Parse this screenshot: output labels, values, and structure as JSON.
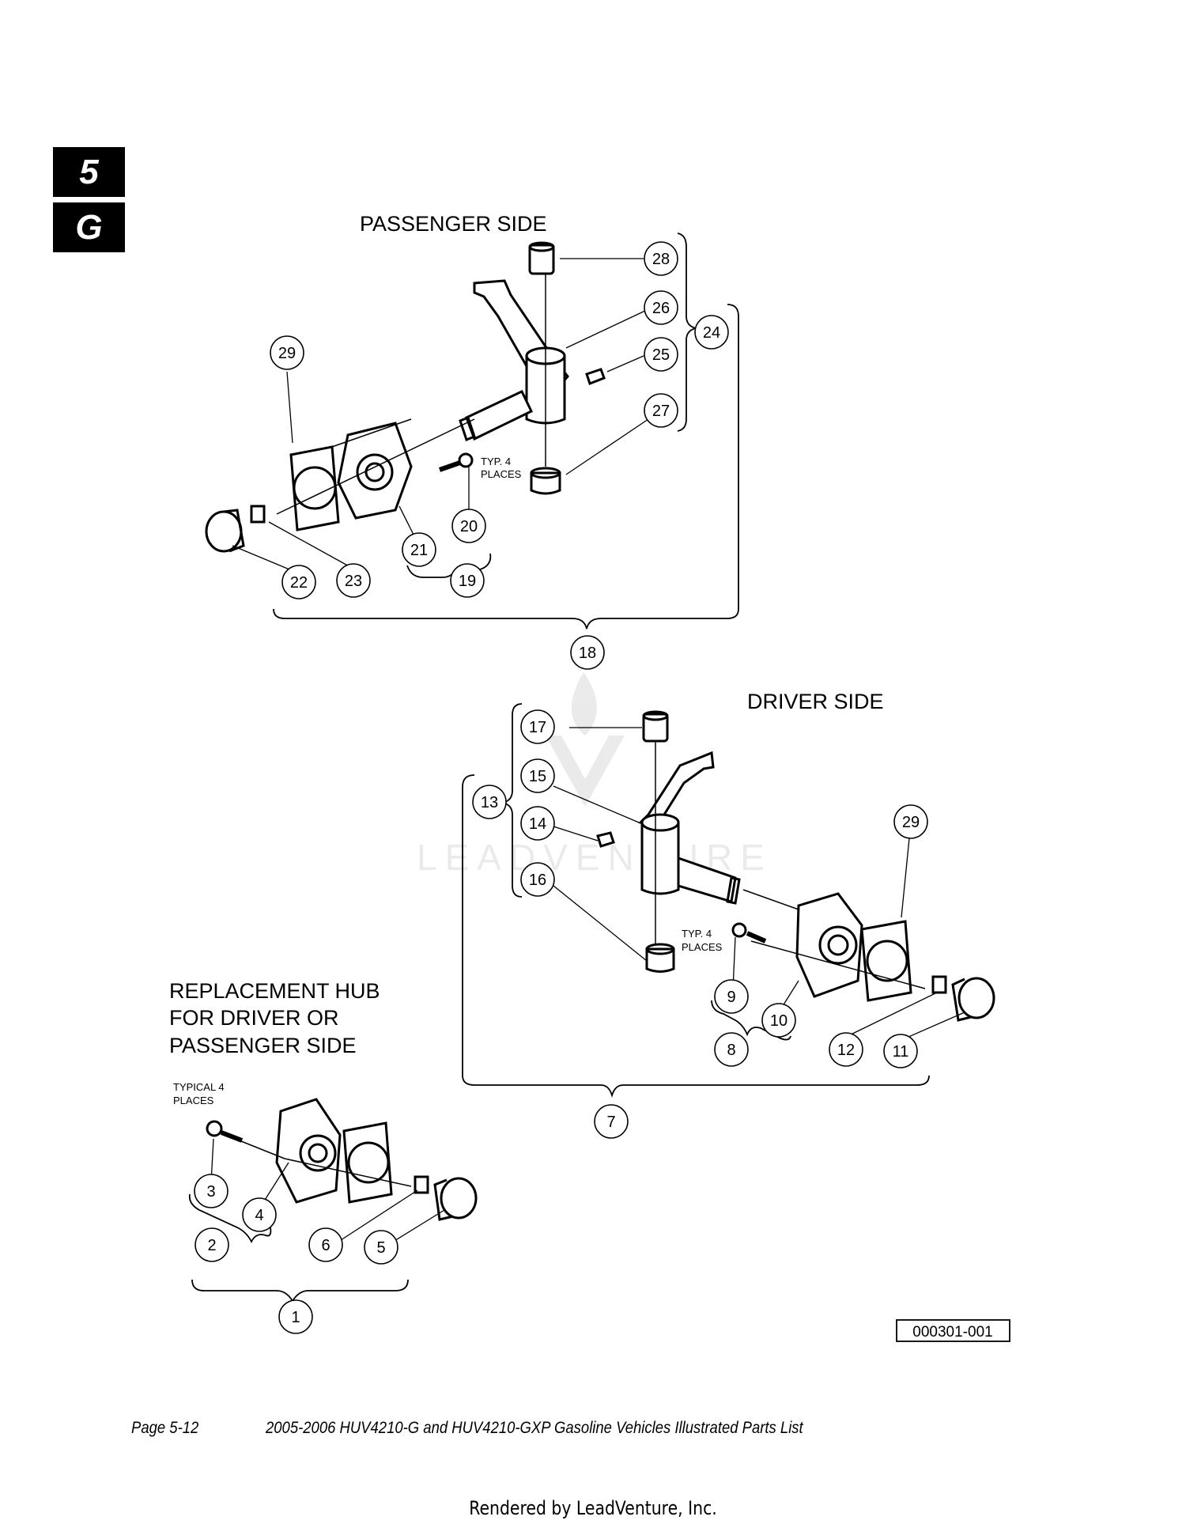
{
  "section_tabs": [
    "5",
    "G"
  ],
  "labels": {
    "passenger_side": "PASSENGER SIDE",
    "driver_side": "DRIVER SIDE",
    "replacement_hub": [
      "REPLACEMENT HUB",
      "FOR DRIVER OR",
      "PASSENGER SIDE"
    ],
    "typ4_places": [
      "TYP. 4",
      "PLACES"
    ],
    "typical4_places": [
      "TYPICAL 4",
      "PLACES"
    ]
  },
  "callouts": {
    "c1": "1",
    "c2": "2",
    "c3": "3",
    "c4": "4",
    "c5": "5",
    "c6": "6",
    "c7": "7",
    "c8": "8",
    "c9": "9",
    "c10": "10",
    "c11": "11",
    "c12": "12",
    "c13": "13",
    "c14": "14",
    "c15": "15",
    "c16": "16",
    "c17": "17",
    "c18": "18",
    "c19": "19",
    "c20": "20",
    "c21": "21",
    "c22": "22",
    "c23": "23",
    "c24": "24",
    "c25": "25",
    "c26": "26",
    "c27": "27",
    "c28": "28",
    "c29a": "29",
    "c29b": "29"
  },
  "figure_id": "000301-001",
  "watermark": "LEADVENTURE",
  "footer": {
    "page": "Page 5-12",
    "title": "2005-2006 HUV4210-G and HUV4210-GXP Gasoline Vehicles Illustrated Parts List",
    "rendered_by": "Rendered by LeadVenture, Inc."
  }
}
